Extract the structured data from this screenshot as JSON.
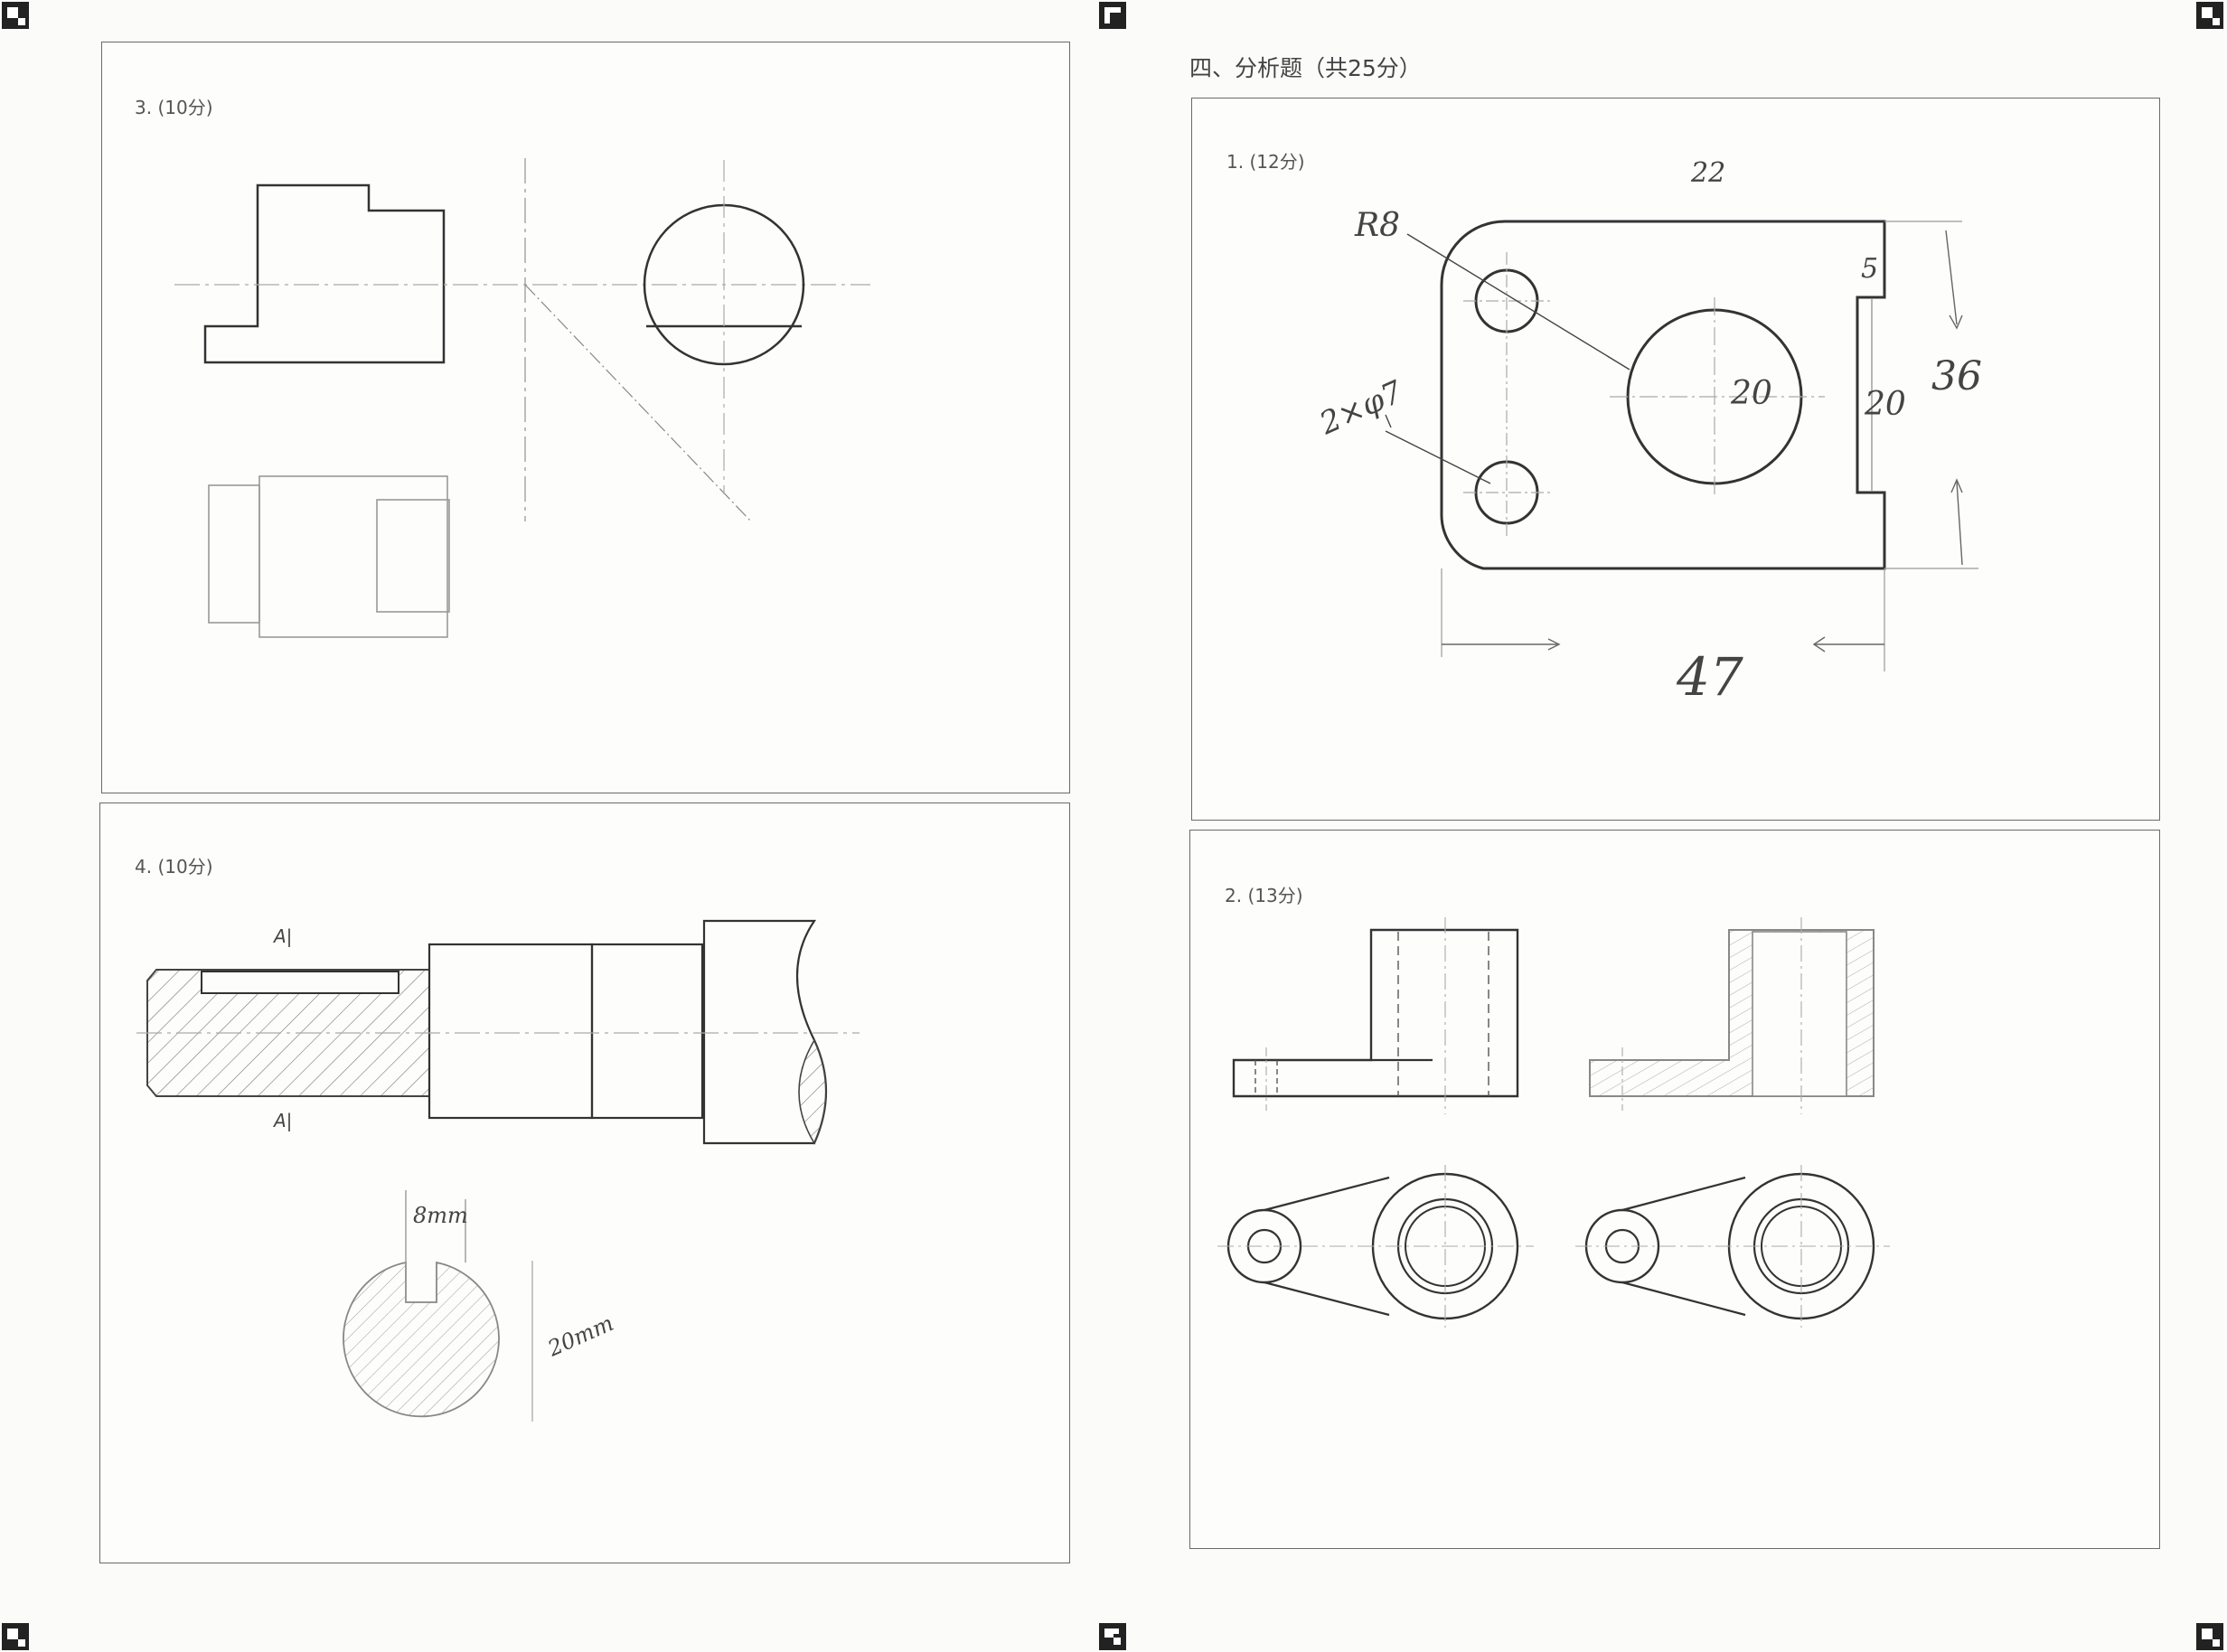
{
  "section": {
    "title": "四、分析题（共25分）"
  },
  "questions": {
    "q3": {
      "label": "3. (10分)"
    },
    "q4": {
      "label": "4. (10分)",
      "section_mark_top": "A|",
      "section_mark_bottom": "A|",
      "key_width": "8mm",
      "key_depth": "20mm"
    },
    "q1": {
      "label": "1. (12分)",
      "dim_top": "22",
      "dim_radius": "R8",
      "dim_holes": "2×φ7",
      "dim_circle": "20",
      "dim_notch": "20",
      "dim_small": "5",
      "dim_height": "36",
      "dim_width": "47"
    },
    "q2": {
      "label": "2. (13分)"
    }
  }
}
